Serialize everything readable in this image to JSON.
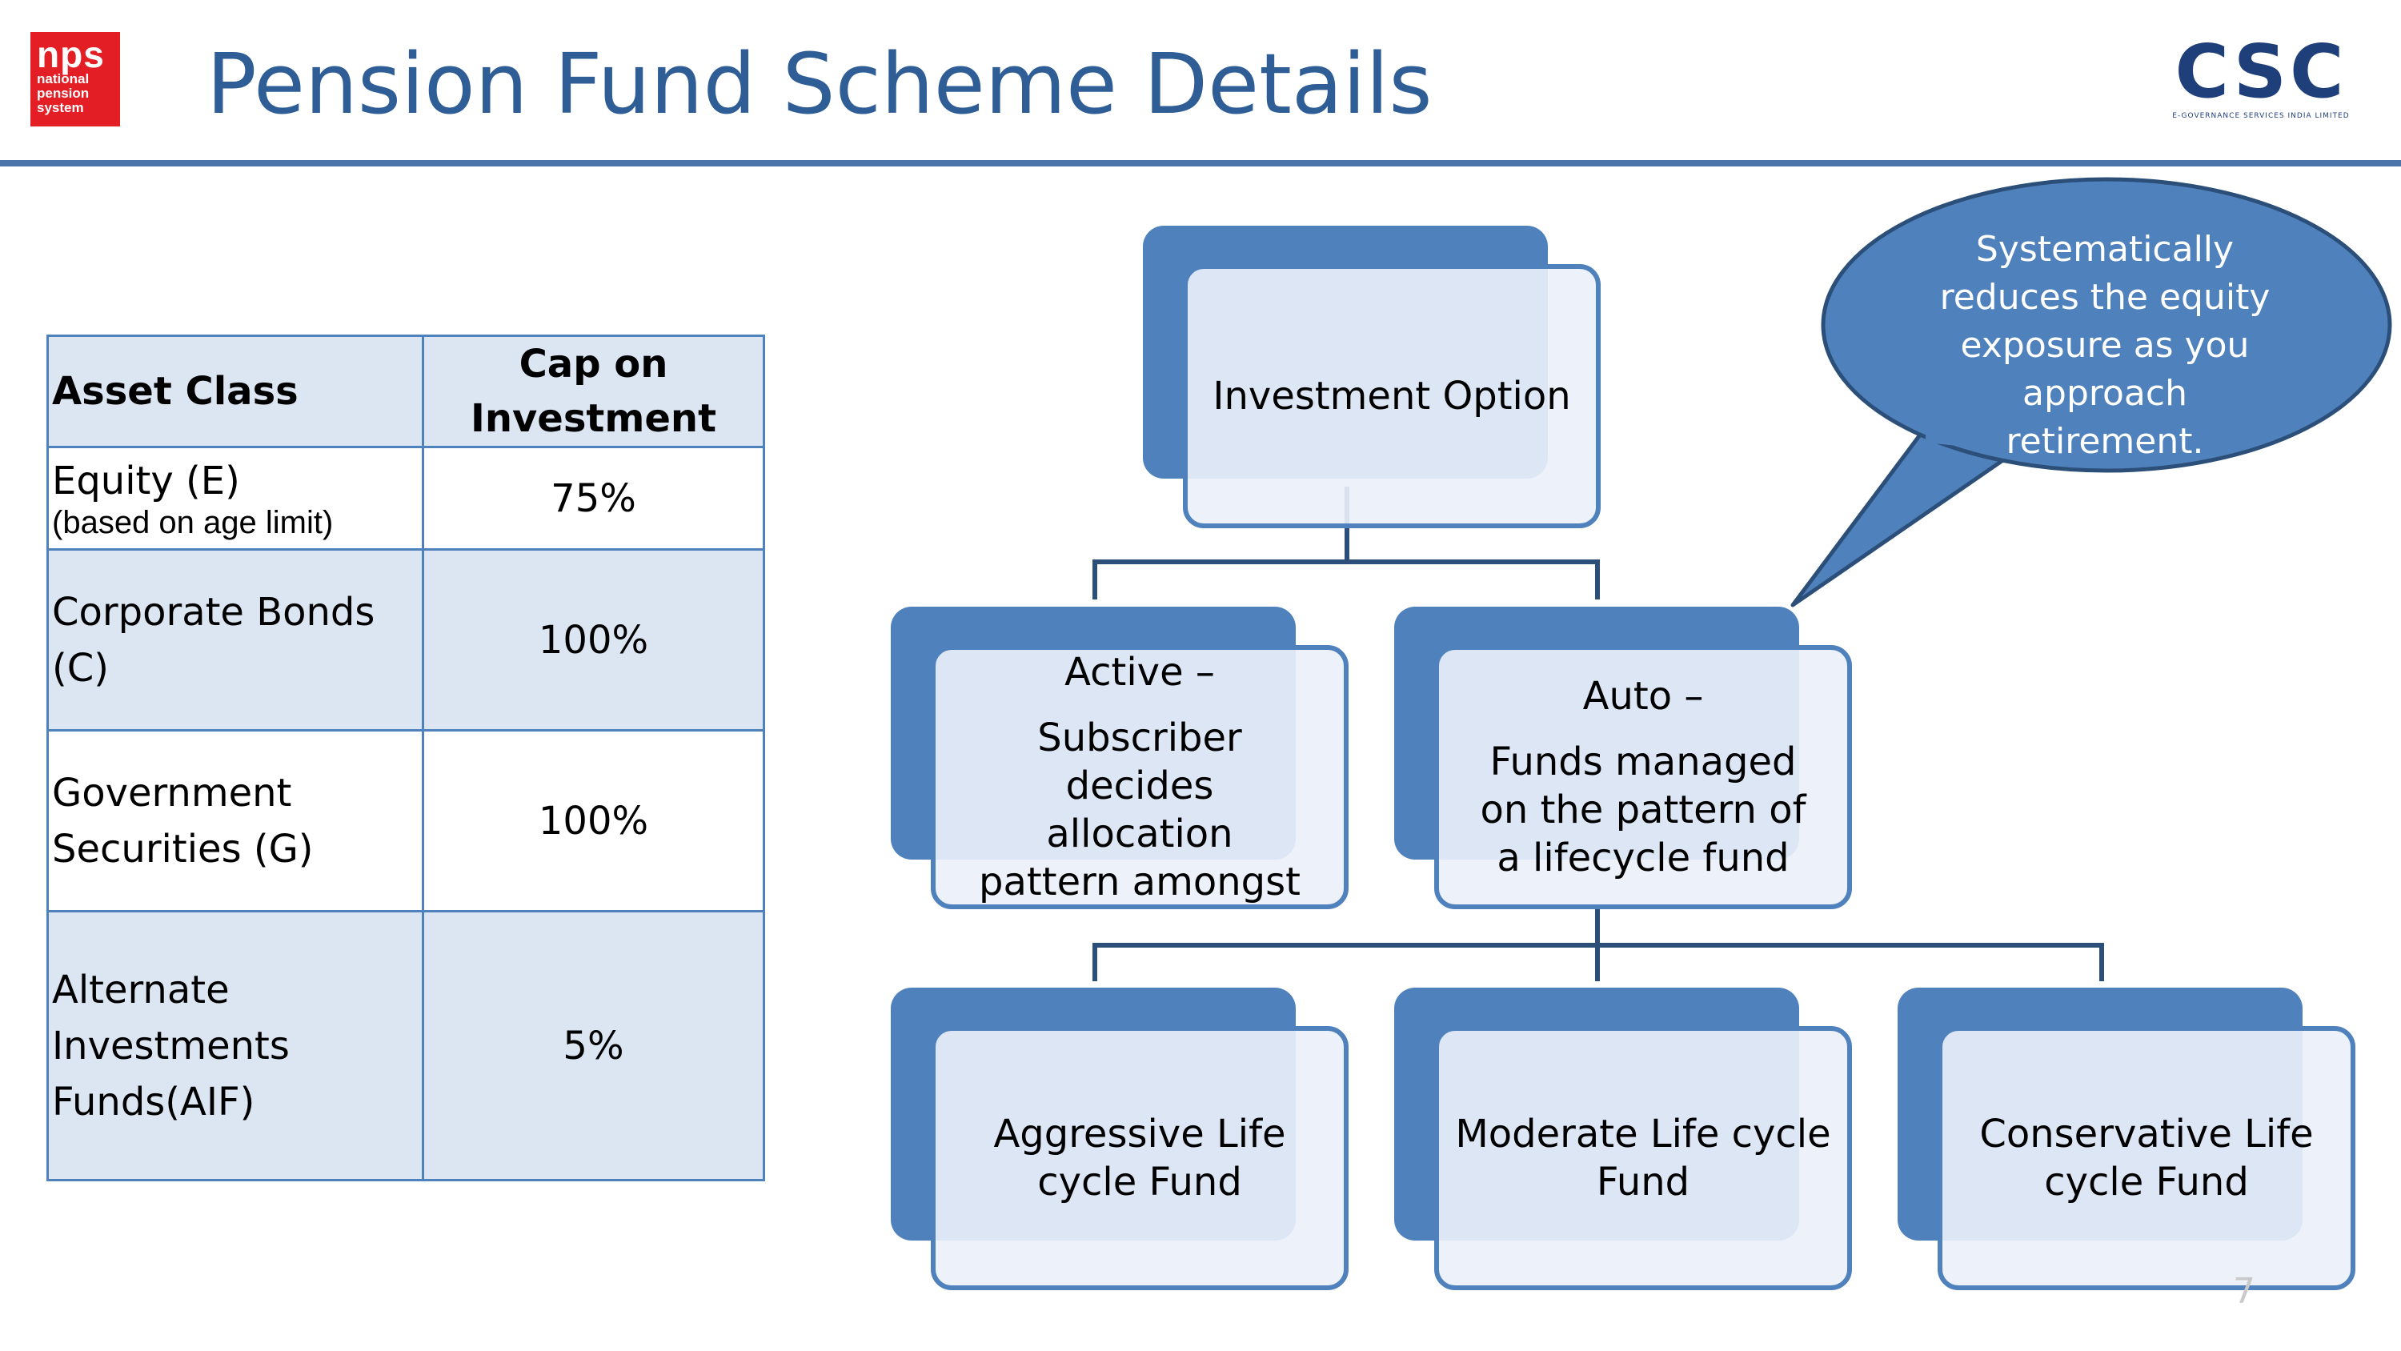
{
  "header": {
    "title": "Pension Fund Scheme Details",
    "nps_logo": {
      "mark": "nps",
      "line1": "national",
      "line2": "pension",
      "line3": "system"
    },
    "csc_logo": {
      "mark": "CSC",
      "subtitle": "E-GOVERNANCE SERVICES INDIA LIMITED"
    }
  },
  "table": {
    "headers": [
      "Asset Class",
      "Cap on Investment"
    ],
    "rows": [
      {
        "asset": "Equity (E)",
        "note": "(based on age limit)",
        "cap": "75%"
      },
      {
        "asset": "Corporate Bonds (C)",
        "cap": "100%"
      },
      {
        "asset": "Government Securities (G)",
        "cap": "100%"
      },
      {
        "asset": "Alternate Investments Funds(AIF)",
        "cap": "5%"
      }
    ]
  },
  "diagram": {
    "root": "Investment Option",
    "active": {
      "title": "Active –",
      "desc": "Subscriber decides allocation pattern amongst"
    },
    "auto": {
      "title": "Auto –",
      "desc": "Funds managed on the pattern of a lifecycle fund"
    },
    "funds": [
      "Aggressive Life cycle Fund",
      "Moderate Life cycle Fund",
      "Conservative Life cycle Fund"
    ],
    "callout": "Systematically reduces the equity exposure as you approach retirement."
  },
  "page_number": "7",
  "colors": {
    "accent": "#4f81bd",
    "title": "#2f5d96",
    "connector": "#2b4f78",
    "table_shade": "#dce5f2",
    "nps_red": "#e31e24"
  }
}
